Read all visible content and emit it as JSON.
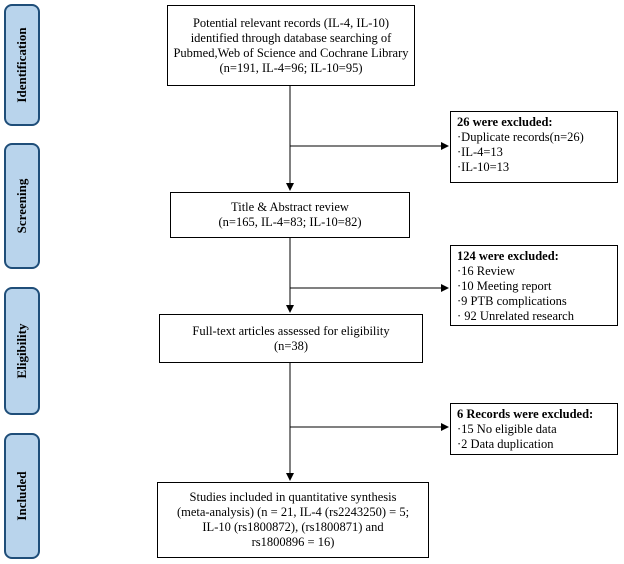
{
  "phases": [
    {
      "label": "Identification"
    },
    {
      "label": "Screening"
    },
    {
      "label": "Eligibility"
    },
    {
      "label": "Included"
    }
  ],
  "main_boxes": [
    {
      "lines": [
        "Potential relevant records (IL-4, IL-10)",
        "identified through database searching of",
        "Pubmed,Web of Science and Cochrane Library",
        "(n=191, IL-4=96; IL-10=95)"
      ]
    },
    {
      "lines": [
        "Title & Abstract review",
        "(n=165, IL-4=83; IL-10=82)"
      ]
    },
    {
      "lines": [
        "Full-text articles assessed for eligibility",
        "(n=38)"
      ]
    },
    {
      "lines": [
        "Studies included in quantitative synthesis",
        "(meta-analysis) (n = 21, IL-4 (rs2243250) = 5;",
        "IL-10 (rs1800872), (rs1800871) and",
        "rs1800896 = 16)"
      ]
    }
  ],
  "exclusion_boxes": [
    {
      "title": "26 were excluded:",
      "items": [
        "·Duplicate records(n=26)",
        "·IL-4=13",
        "·IL-10=13"
      ]
    },
    {
      "title": "124 were excluded:",
      "items": [
        "·16 Review",
        "·10 Meeting report",
        "·9 PTB complications",
        "· 92 Unrelated research"
      ]
    },
    {
      "title": "6 Records were excluded:",
      "items": [
        "·15 No eligible data",
        "·2 Data duplication"
      ]
    }
  ]
}
